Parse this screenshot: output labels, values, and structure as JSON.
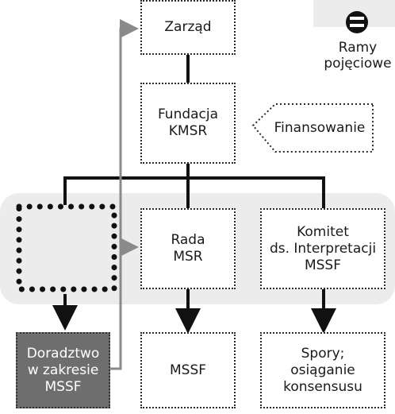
{
  "nodes": {
    "zarzad": "Zarząd",
    "fundacja": "Fundacja\nKMSR",
    "rada": "Rada\nMSR",
    "komitet": "Komitet\nds. Interpretacji\nMSSF",
    "doradztwo": "Doradztwo\nw zakresie\nMSSF",
    "mssf": "MSSF",
    "spory": "Spory;\nosiąganie\nkonsensusu"
  },
  "finansowanie": "Finansowanie",
  "legend": {
    "label": "Ramy\npojęciowe",
    "icon": "equals-circle-icon"
  },
  "colors": {
    "band": "#ececec",
    "line": "#111111",
    "feedback_line": "#8a8a8a",
    "filled_box": "#6e6e6e"
  }
}
